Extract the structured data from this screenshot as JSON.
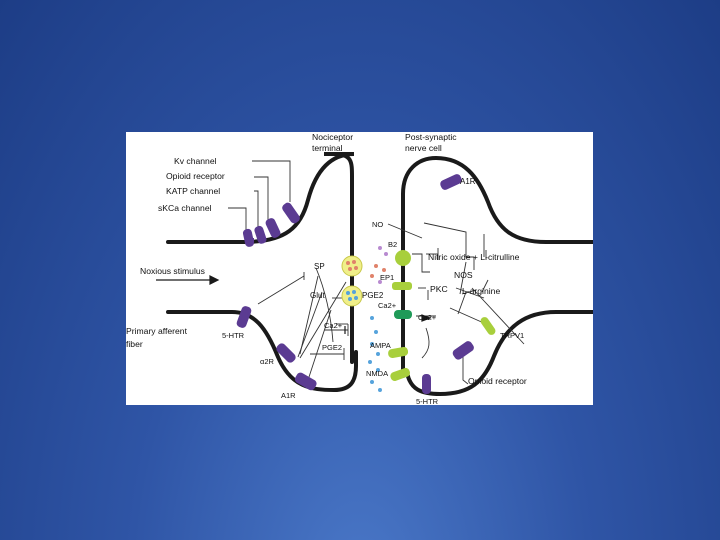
{
  "labels": {
    "nociceptor_terminal": [
      "Nociceptor",
      "terminal"
    ],
    "postsynaptic_cell": [
      "Post-synaptic",
      "nerve cell"
    ],
    "kv_channel": "Kv channel",
    "opioid_receptor_top": "Opioid receptor",
    "katp_channel": "KATP channel",
    "skca_channel": "sKCa channel",
    "noxious_stimulus": "Noxious stimulus",
    "primary_afferent": [
      "Primary afferent",
      "fiber"
    ],
    "sp": "SP",
    "glut": "Glut",
    "pge2_vesicle": "PGE2",
    "pge2_terminal": "PGE2",
    "ca_terminal": "Ca2+",
    "ca_post_1": "Ca2+",
    "ca_post_2": "Ca2+",
    "htr_left": "5-HTR",
    "alpha2r": "α2R",
    "a1r_left": "A1R",
    "a1r_right": "A1R",
    "no": "NO",
    "b2": "B2",
    "ep1": "EP1",
    "nitric_oxide": "Nitric oxide + L-citrulline",
    "nos": "NOS",
    "pkc": "PKC",
    "l_arginine": "L-arginine",
    "trpv1": "TRPV1",
    "ampa": "AMPA",
    "nmda": "NMDA",
    "htr_bottom": "5-HTR",
    "opioid_receptor_bottom": "Opioid receptor"
  },
  "colors": {
    "receptor": "#5b3b92",
    "green": "#a8cf3c",
    "dark_green": "#1f9a58",
    "vesicle": "#f0ef8a",
    "sp_dot": "#e0826a",
    "glut_dot": "#56a3dc",
    "b2_dot": "#b88ad0"
  }
}
